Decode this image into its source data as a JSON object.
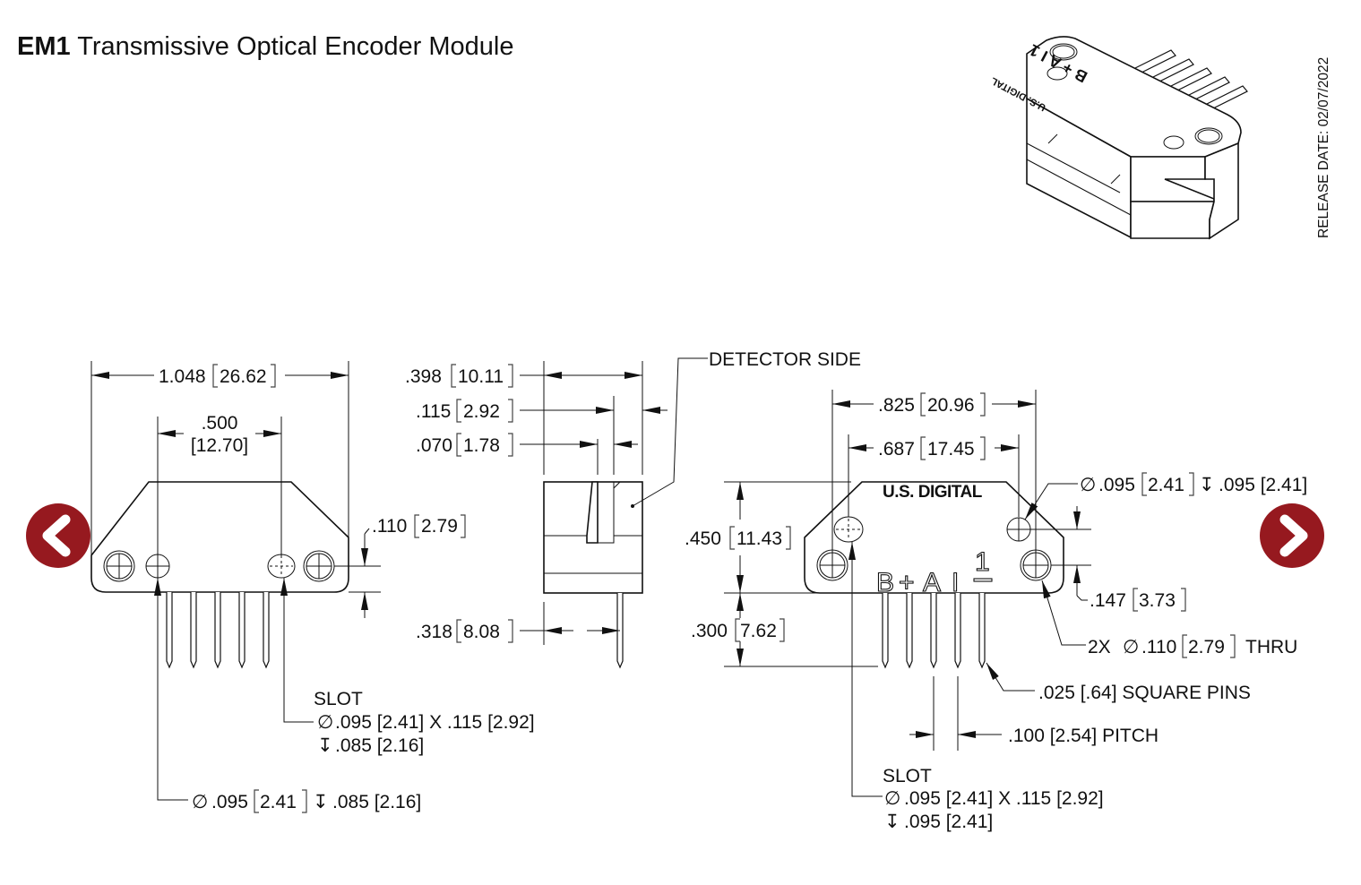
{
  "header": {
    "title_bold": "EM1",
    "title_rest": "Transmissive Optical Encoder Module",
    "release_date": "RELEASE DATE: 02/07/2022"
  },
  "navigation": {
    "prev_icon": "chevron-left-icon",
    "next_icon": "chevron-right-icon",
    "accent_color": "#96191f"
  },
  "isometric": {
    "label": "U.S. DIGITAL",
    "pin_labels": "B + A I 1"
  },
  "front_view": {
    "overall_width": {
      "in": "1.048",
      "mm": "26.62"
    },
    "hole_spacing": {
      "in": ".500",
      "mm": "[12.70]"
    },
    "hole_height": {
      "in": ".110",
      "mm": "2.79"
    },
    "slot_callout": {
      "title": "SLOT",
      "line1": ".095 [2.41] X .115 [2.92]",
      "line2": ".085 [2.16]"
    },
    "hole_callout": {
      "in": ".095",
      "mm": "2.41",
      "depth": ".085 [2.16]"
    }
  },
  "side_view": {
    "detector_label": "DETECTOR SIDE",
    "depth": {
      "in": ".398",
      "mm": "10.11"
    },
    "gap_outer": {
      "in": ".115",
      "mm": "2.92"
    },
    "gap_inner": {
      "in": ".070",
      "mm": "1.78"
    },
    "pin_offset": {
      "in": ".318",
      "mm": "8.08"
    }
  },
  "rear_view": {
    "brand": "U.S. DIGITAL",
    "pins": [
      "B",
      "+",
      "A",
      "I",
      "1"
    ],
    "mount_spacing": {
      "in": ".825",
      "mm": "20.96"
    },
    "slot_spacing": {
      "in": ".687",
      "mm": "17.45"
    },
    "body_height": {
      "in": ".450",
      "mm": "11.43"
    },
    "pin_length": {
      "in": ".300",
      "mm": "7.62"
    },
    "hole_offset": {
      "in": ".147",
      "mm": "3.73"
    },
    "small_hole": {
      "in": ".095",
      "mm": "2.41",
      "depth": ".095 [2.41]"
    },
    "thru_holes": {
      "prefix": "2X",
      "in": ".110",
      "mm": "2.79",
      "suffix": "THRU"
    },
    "square_pins": ".025 [.64] SQUARE PINS",
    "pitch": ".100 [2.54] PITCH",
    "slot_callout": {
      "title": "SLOT",
      "line1": ".095 [2.41] X .115 [2.92]",
      "line2": ".095 [2.41]"
    }
  }
}
